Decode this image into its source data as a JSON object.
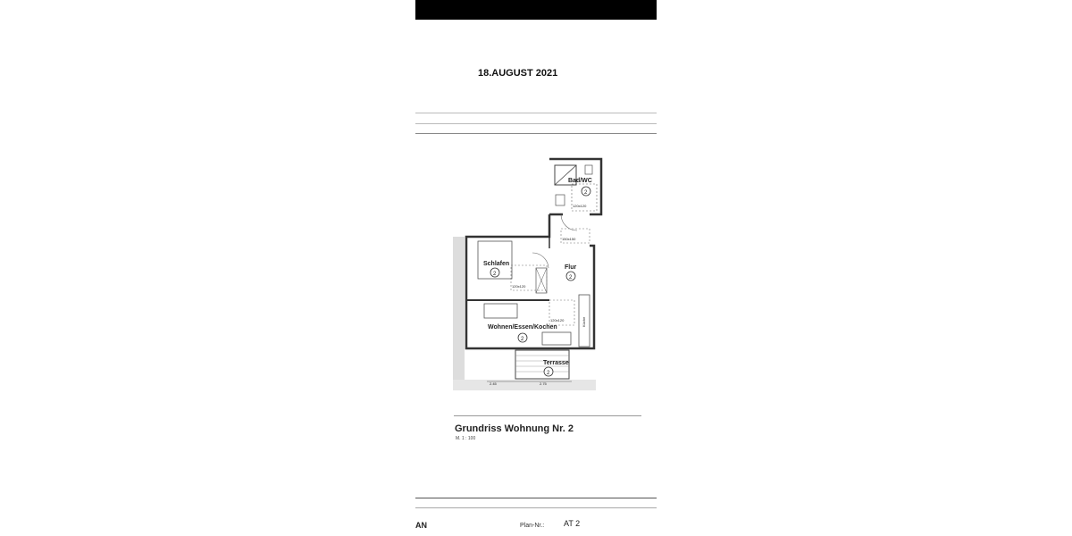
{
  "document": {
    "date": "18.AUGUST 2021",
    "plan_title": "Grundriss Wohnung Nr. 2",
    "scale": "M. 1 : 100",
    "footer_left_fragment": "AN",
    "plan_number_label": "Plan-Nr.:",
    "plan_number": "AT 2"
  },
  "floorplan": {
    "rooms": [
      {
        "name": "Bad/WC",
        "number": "2"
      },
      {
        "name": "Schlafen",
        "number": "2"
      },
      {
        "name": "Flur",
        "number": "2"
      },
      {
        "name": "Wohnen/Essen/Kochen",
        "number": "2"
      },
      {
        "name": "Terrasse",
        "number": "2"
      }
    ],
    "clearances": [
      "120x120",
      "120x120",
      "150x150",
      "120x120"
    ],
    "kitchen_label": "Küche",
    "dimensions": [
      "2.45",
      "2.75"
    ]
  }
}
